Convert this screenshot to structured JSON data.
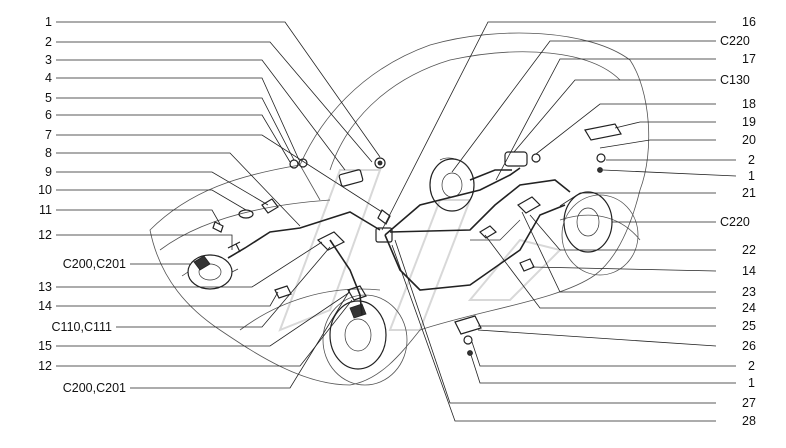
{
  "diagram": {
    "left_labels": [
      {
        "text": "1"
      },
      {
        "text": "2"
      },
      {
        "text": "3"
      },
      {
        "text": "4"
      },
      {
        "text": "5"
      },
      {
        "text": "6"
      },
      {
        "text": "7"
      },
      {
        "text": "8"
      },
      {
        "text": "9"
      },
      {
        "text": "10"
      },
      {
        "text": "11"
      },
      {
        "text": "12"
      },
      {
        "text": "C200,C201"
      },
      {
        "text": "13"
      },
      {
        "text": "14"
      },
      {
        "text": "C110,C111"
      },
      {
        "text": "15"
      },
      {
        "text": "12"
      },
      {
        "text": "C200,C201"
      }
    ],
    "right_labels": [
      {
        "text": "16"
      },
      {
        "text": "C220"
      },
      {
        "text": "17"
      },
      {
        "text": "C130"
      },
      {
        "text": "18"
      },
      {
        "text": "19"
      },
      {
        "text": "20"
      },
      {
        "text": "2"
      },
      {
        "text": "1"
      },
      {
        "text": "21"
      },
      {
        "text": "C220"
      },
      {
        "text": "22"
      },
      {
        "text": "14"
      },
      {
        "text": "23"
      },
      {
        "text": "24"
      },
      {
        "text": "25"
      },
      {
        "text": "26"
      },
      {
        "text": "2"
      },
      {
        "text": "1"
      },
      {
        "text": "27"
      },
      {
        "text": "28"
      }
    ]
  }
}
